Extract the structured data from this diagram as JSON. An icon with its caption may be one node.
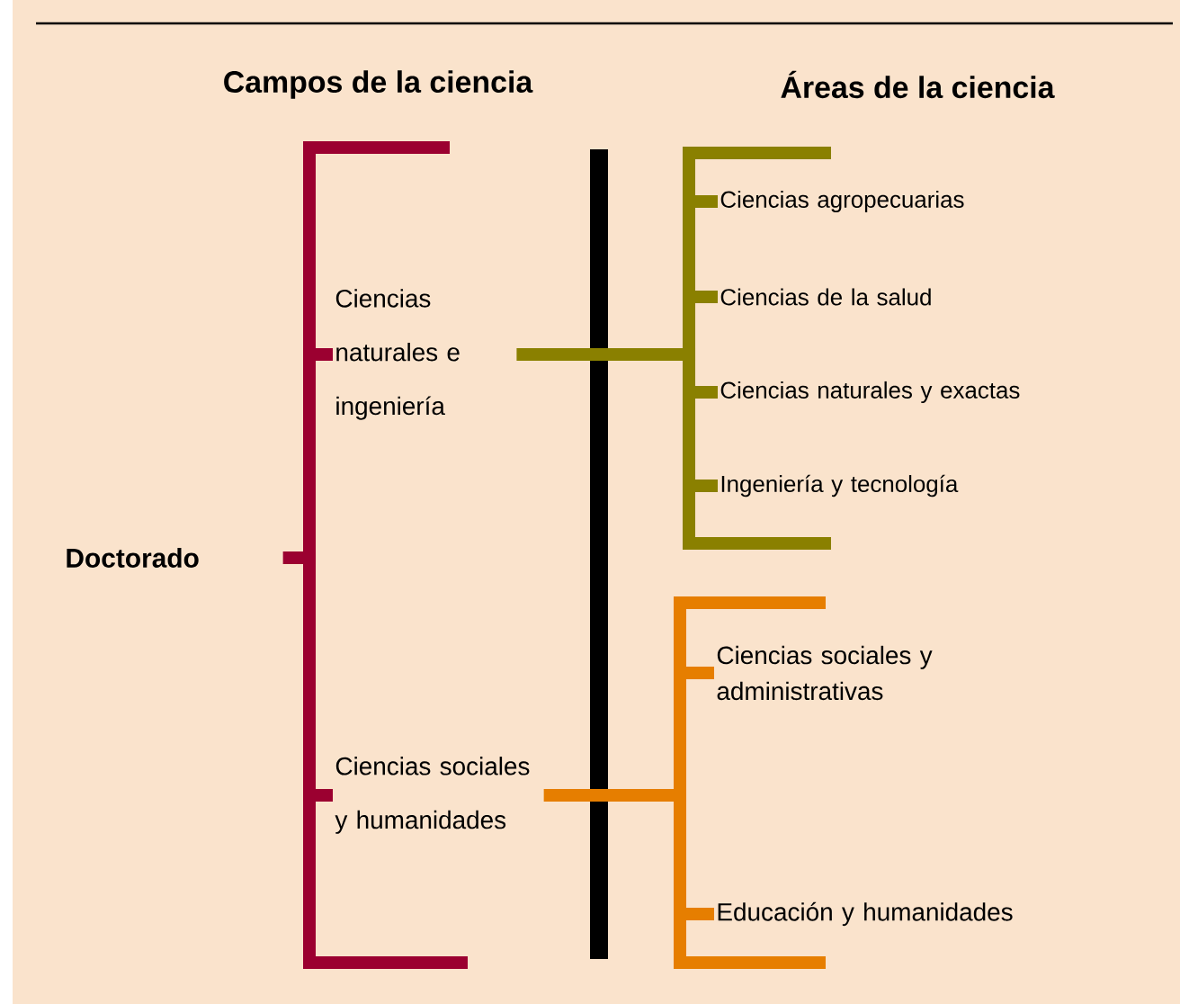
{
  "diagram": {
    "nodes": [
      {
        "text": [
          "Doctorado"
        ]
      },
      {
        "text": [
          "Ciencias naturales e ingeniería"
        ]
      },
      {
        "text": [
          "Ciencias sociales y humanidades"
        ]
      },
      {
        "text": [
          "Ciencias agropecuarias"
        ]
      },
      {
        "text": [
          "Ciencias de la salud"
        ]
      },
      {
        "text": [
          "Ciencias naturales y exactas"
        ]
      },
      {
        "text": [
          "Ingeniería y tecnología"
        ]
      },
      {
        "text": [
          "Ciencias sociales y administrativas"
        ]
      },
      {
        "text": [
          "Educación y humanidades"
        ]
      }
    ],
    "edges": [
      {
        "from": 0,
        "to": 1,
        "arrow": "none",
        "color": "#9b0030"
      },
      {
        "from": 0,
        "to": 2,
        "arrow": "none",
        "color": "#9b0030"
      },
      {
        "from": 1,
        "to": 3,
        "arrow": "none",
        "color": "#8a8000"
      },
      {
        "from": 1,
        "to": 4,
        "arrow": "none",
        "color": "#8a8000"
      },
      {
        "from": 1,
        "to": 5,
        "arrow": "none",
        "color": "#8a8000"
      },
      {
        "from": 1,
        "to": 6,
        "arrow": "none",
        "color": "#8a8000"
      },
      {
        "from": 2,
        "to": 7,
        "arrow": "none",
        "color": "#e67e00"
      },
      {
        "from": 2,
        "to": 8,
        "arrow": "none",
        "color": "#e67e00"
      }
    ],
    "labels": [
      "Campos de la ciencia",
      "Áreas de la ciencia"
    ]
  }
}
